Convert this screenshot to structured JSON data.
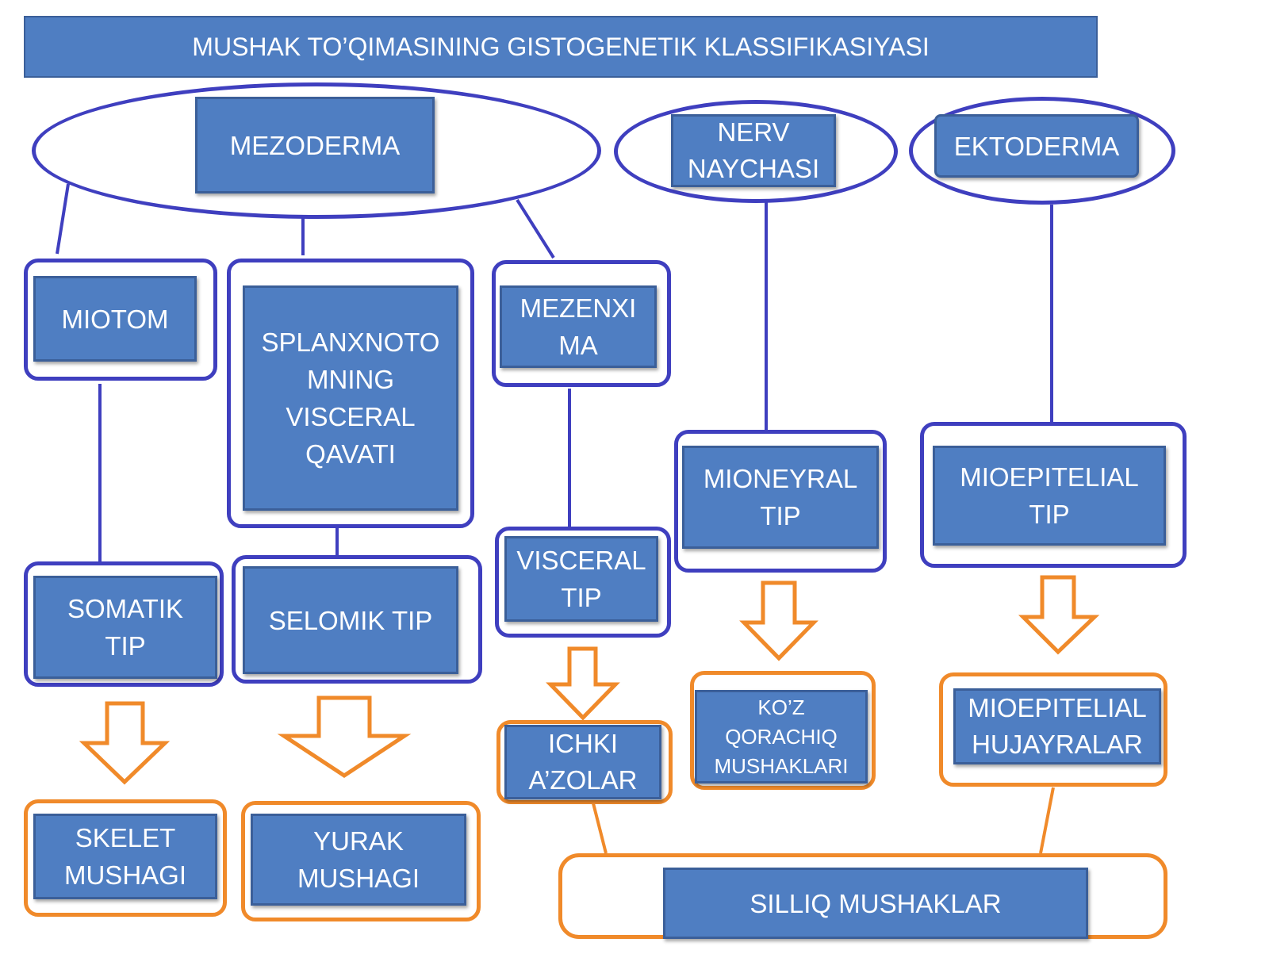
{
  "title": "MUSHAK TO’QIMASINING GISTOGENETIK KLASSIFIKASIYASI",
  "colors": {
    "box_fill": "#4f7ec2",
    "frame_blue": "#3f3fbf",
    "frame_orange": "#f08a2a",
    "arrow_fill": "#ffffff"
  },
  "sources": {
    "mezoderma": "MEZODERMA",
    "nerv_naychasi": "NERV\nNAYCHASI",
    "ektoderma": "EKTODERMA"
  },
  "origins": {
    "miotom": "MIOTOM",
    "splanxnotom": "SPLANXNOTO\nMNING\nVISCERAL\nQAVATI",
    "mezenxima": "MEZENXI\nMA"
  },
  "types": {
    "somatik": "SOMATIK\nTIP",
    "selomik": "SELOMIK TIP",
    "visceral": "VISCERAL\nTIP",
    "mioneyral": "MIONEYRAL\nTIP",
    "mioepitelial": "MIOEPITELIAL\nTIP"
  },
  "tissues": {
    "skelet": "SKELET\nMUSHAGI",
    "yurak": "YURAK\nMUSHAGI",
    "ichki": "ICHKI\nA’ZOLAR",
    "koz": "KO’Z\nQORACHIQ\nMUSHAKLARI",
    "mioepitelial_hujayralar": "MIOEPITELIAL\nHUJAYRALAR",
    "silliq": "SILLIQ MUSHAKLAR"
  }
}
